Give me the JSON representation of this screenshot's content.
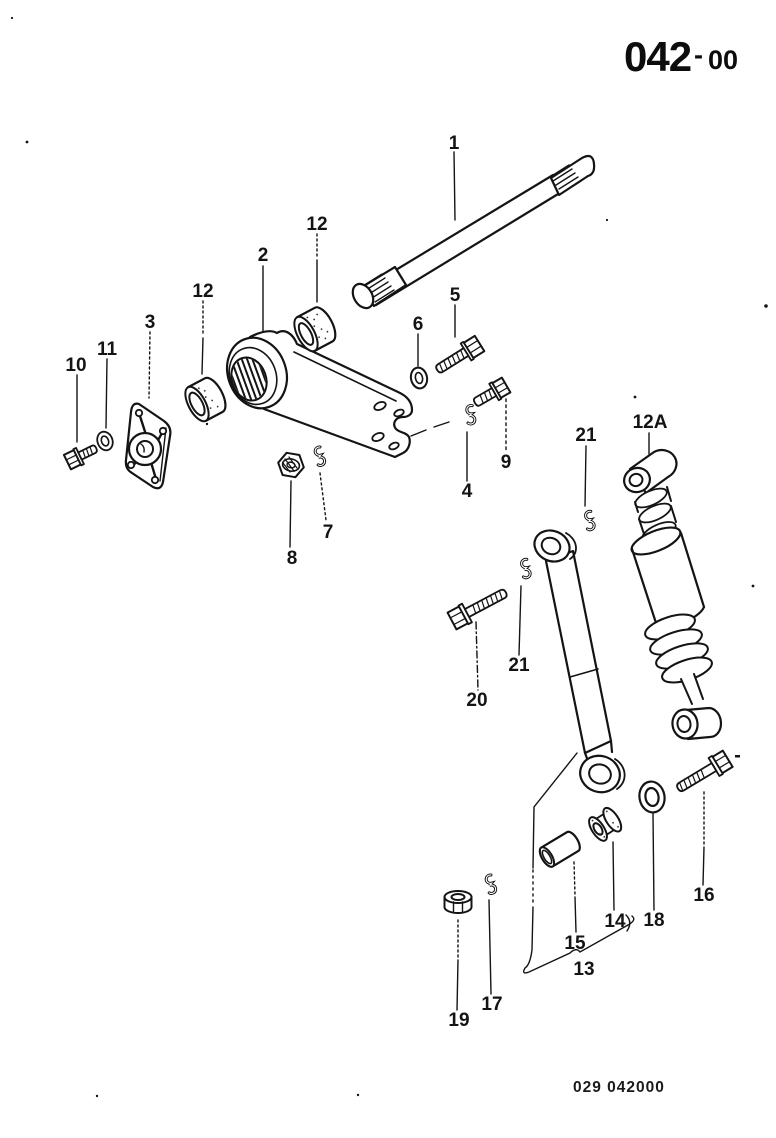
{
  "colors": {
    "ink": "#141414",
    "paper": "#ffffff"
  },
  "header": {
    "code_main": "042",
    "code_dash": "-",
    "code_suffix": "00",
    "code_full": "042-00"
  },
  "footer": {
    "code": "029 042000"
  },
  "callouts": {
    "c1": "1",
    "c2": "2",
    "c3": "3",
    "c4": "4",
    "c5": "5",
    "c6": "6",
    "c7": "7",
    "c8": "8",
    "c9": "9",
    "c10": "10",
    "c11": "11",
    "c12_top": "12",
    "c12_left": "12",
    "c12a": "12A",
    "c13": "13",
    "c14": "14",
    "c15": "15",
    "c16": "16",
    "c17": "17",
    "c18": "18",
    "c19": "19",
    "c20": "20",
    "c21_upper": "21",
    "c21_mid": "21"
  }
}
